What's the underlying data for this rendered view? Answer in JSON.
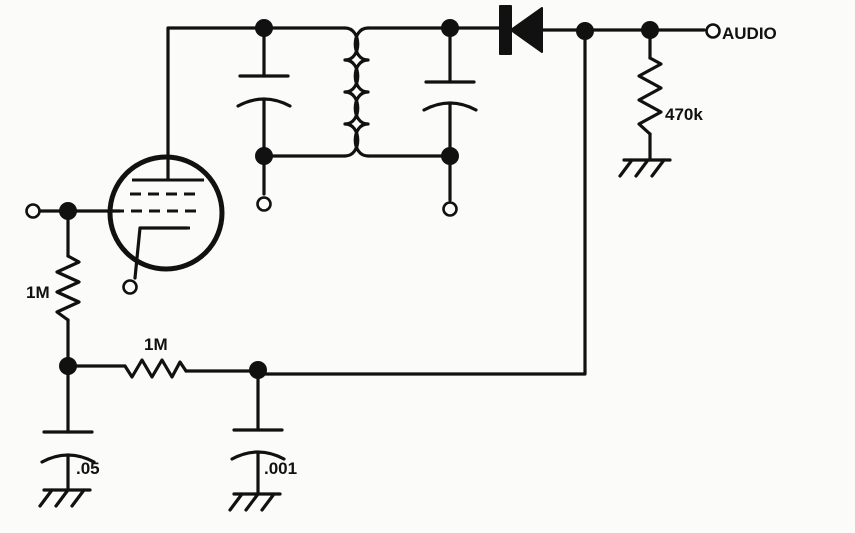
{
  "labels": {
    "audio": "AUDIO",
    "r_load": "470k",
    "r_grid": "1M",
    "r_series": "1M",
    "c_grid": ".05",
    "c_filter": ".001"
  },
  "colors": {
    "ink": "#111111",
    "paper": "#fbfbf9"
  }
}
